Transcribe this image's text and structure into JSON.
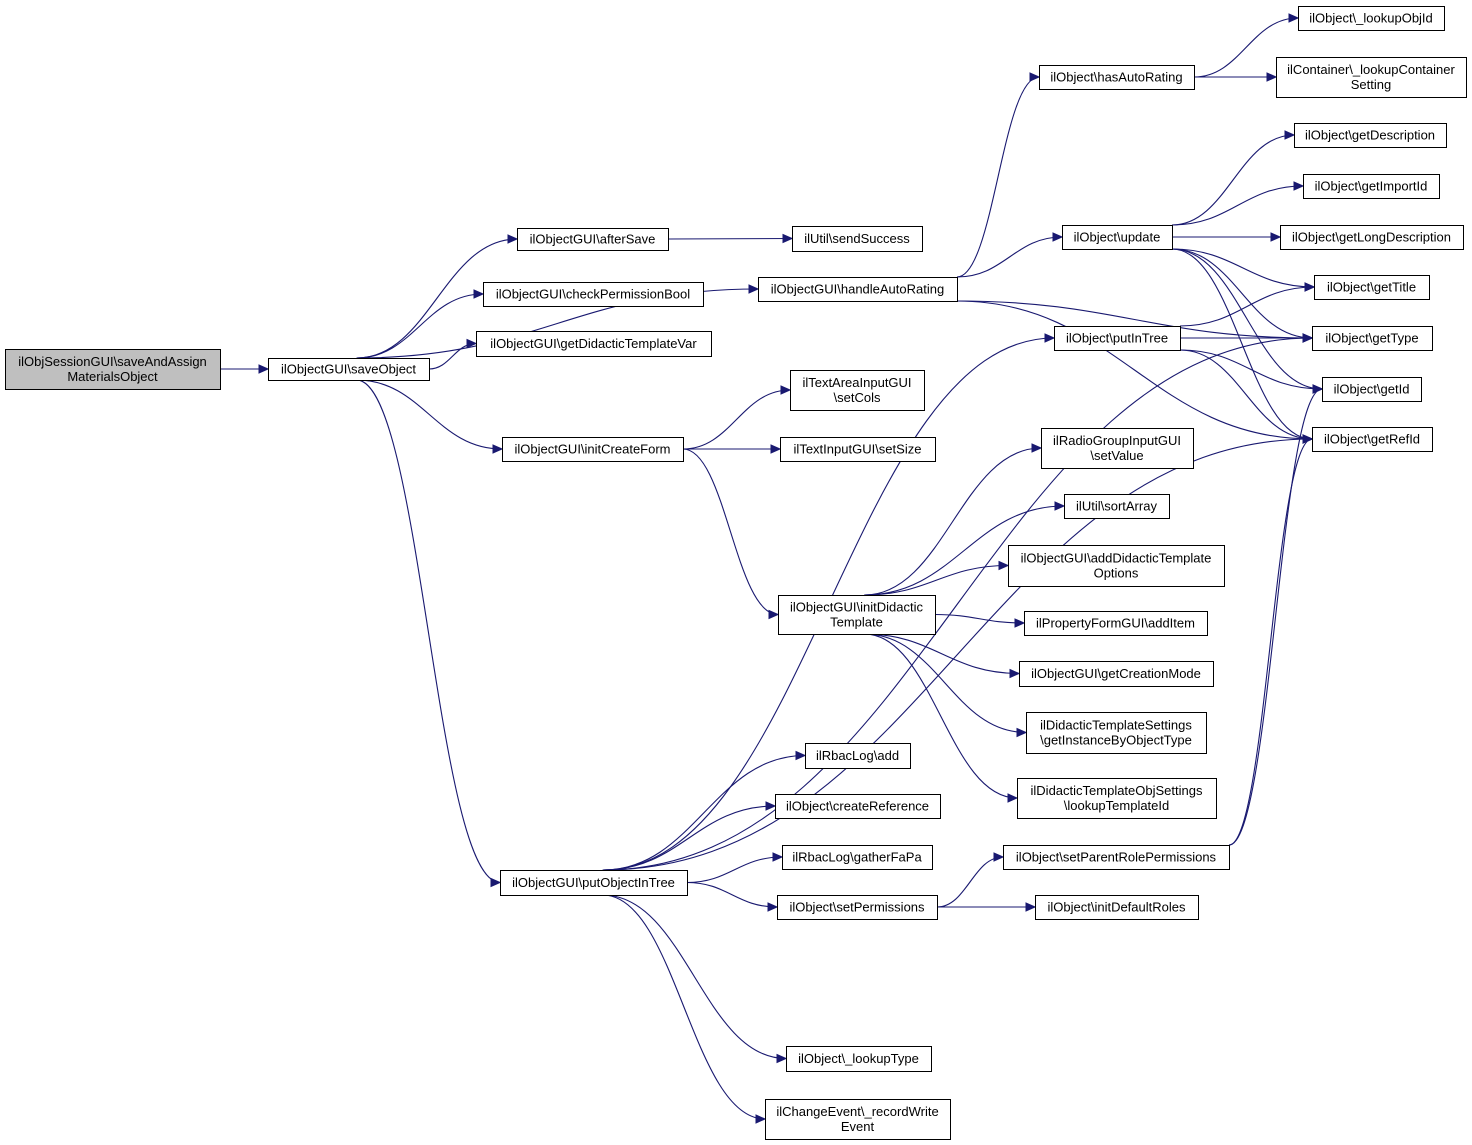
{
  "diagram": {
    "nodes": [
      {
        "id": "root",
        "lines": [
          "ilObjSessionGUI\\saveAndAssign",
          "MaterialsObject"
        ],
        "root": true
      },
      {
        "id": "saveObject",
        "lines": [
          "ilObjectGUI\\saveObject"
        ]
      },
      {
        "id": "afterSave",
        "lines": [
          "ilObjectGUI\\afterSave"
        ]
      },
      {
        "id": "checkPermissionBool",
        "lines": [
          "ilObjectGUI\\checkPermissionBool"
        ]
      },
      {
        "id": "getDidacticTemplateVar",
        "lines": [
          "ilObjectGUI\\getDidacticTemplateVar"
        ]
      },
      {
        "id": "initCreateForm",
        "lines": [
          "ilObjectGUI\\initCreateForm"
        ]
      },
      {
        "id": "putObjectInTree",
        "lines": [
          "ilObjectGUI\\putObjectInTree"
        ]
      },
      {
        "id": "sendSuccess",
        "lines": [
          "ilUtil\\sendSuccess"
        ]
      },
      {
        "id": "handleAutoRating",
        "lines": [
          "ilObjectGUI\\handleAutoRating"
        ]
      },
      {
        "id": "setCols",
        "lines": [
          "ilTextAreaInputGUI",
          "\\setCols"
        ]
      },
      {
        "id": "setSize",
        "lines": [
          "ilTextInputGUI\\setSize"
        ]
      },
      {
        "id": "initDidacticTemplate",
        "lines": [
          "ilObjectGUI\\initDidactic",
          "Template"
        ]
      },
      {
        "id": "rbacAdd",
        "lines": [
          "ilRbacLog\\add"
        ]
      },
      {
        "id": "createReference",
        "lines": [
          "ilObject\\createReference"
        ]
      },
      {
        "id": "gatherFaPa",
        "lines": [
          "ilRbacLog\\gatherFaPa"
        ]
      },
      {
        "id": "setPermissions",
        "lines": [
          "ilObject\\setPermissions"
        ]
      },
      {
        "id": "lookupType",
        "lines": [
          "ilObject\\_lookupType"
        ]
      },
      {
        "id": "recordWriteEvent",
        "lines": [
          "ilChangeEvent\\_recordWrite",
          "Event"
        ]
      },
      {
        "id": "hasAutoRating",
        "lines": [
          "ilObject\\hasAutoRating"
        ]
      },
      {
        "id": "update",
        "lines": [
          "ilObject\\update"
        ]
      },
      {
        "id": "putInTree",
        "lines": [
          "ilObject\\putInTree"
        ]
      },
      {
        "id": "setValue",
        "lines": [
          "ilRadioGroupInputGUI",
          "\\setValue"
        ]
      },
      {
        "id": "sortArray",
        "lines": [
          "ilUtil\\sortArray"
        ]
      },
      {
        "id": "addDidacticTemplateOptions",
        "lines": [
          "ilObjectGUI\\addDidacticTemplate",
          "Options"
        ]
      },
      {
        "id": "addItem",
        "lines": [
          "ilPropertyFormGUI\\addItem"
        ]
      },
      {
        "id": "getCreationMode",
        "lines": [
          "ilObjectGUI\\getCreationMode"
        ]
      },
      {
        "id": "getInstanceByObjectType",
        "lines": [
          "ilDidacticTemplateSettings",
          "\\getInstanceByObjectType"
        ]
      },
      {
        "id": "lookupTemplateId",
        "lines": [
          "ilDidacticTemplateObjSettings",
          "\\lookupTemplateId"
        ]
      },
      {
        "id": "setParentRolePermissions",
        "lines": [
          "ilObject\\setParentRolePermissions"
        ]
      },
      {
        "id": "initDefaultRoles",
        "lines": [
          "ilObject\\initDefaultRoles"
        ]
      },
      {
        "id": "lookupObjId",
        "lines": [
          "ilObject\\_lookupObjId"
        ]
      },
      {
        "id": "lookupContainerSetting",
        "lines": [
          "ilContainer\\_lookupContainer",
          "Setting"
        ]
      },
      {
        "id": "getDescription",
        "lines": [
          "ilObject\\getDescription"
        ]
      },
      {
        "id": "getImportId",
        "lines": [
          "ilObject\\getImportId"
        ]
      },
      {
        "id": "getLongDescription",
        "lines": [
          "ilObject\\getLongDescription"
        ]
      },
      {
        "id": "getTitle",
        "lines": [
          "ilObject\\getTitle"
        ]
      },
      {
        "id": "getType",
        "lines": [
          "ilObject\\getType"
        ]
      },
      {
        "id": "getId",
        "lines": [
          "ilObject\\getId"
        ]
      },
      {
        "id": "getRefId",
        "lines": [
          "ilObject\\getRefId"
        ]
      }
    ],
    "edges": [
      [
        "root",
        "saveObject"
      ],
      [
        "saveObject",
        "afterSave"
      ],
      [
        "saveObject",
        "checkPermissionBool"
      ],
      [
        "saveObject",
        "getDidacticTemplateVar"
      ],
      [
        "saveObject",
        "handleAutoRating"
      ],
      [
        "saveObject",
        "initCreateForm"
      ],
      [
        "saveObject",
        "putObjectInTree"
      ],
      [
        "afterSave",
        "sendSuccess"
      ],
      [
        "handleAutoRating",
        "hasAutoRating"
      ],
      [
        "handleAutoRating",
        "update"
      ],
      [
        "handleAutoRating",
        "getType"
      ],
      [
        "handleAutoRating",
        "getRefId"
      ],
      [
        "hasAutoRating",
        "lookupObjId"
      ],
      [
        "hasAutoRating",
        "lookupContainerSetting"
      ],
      [
        "update",
        "getDescription"
      ],
      [
        "update",
        "getImportId"
      ],
      [
        "update",
        "getLongDescription"
      ],
      [
        "update",
        "getTitle"
      ],
      [
        "update",
        "getType"
      ],
      [
        "update",
        "getId"
      ],
      [
        "update",
        "getRefId"
      ],
      [
        "initCreateForm",
        "setCols"
      ],
      [
        "initCreateForm",
        "setSize"
      ],
      [
        "initCreateForm",
        "initDidacticTemplate"
      ],
      [
        "initDidacticTemplate",
        "setValue"
      ],
      [
        "initDidacticTemplate",
        "sortArray"
      ],
      [
        "initDidacticTemplate",
        "addDidacticTemplateOptions"
      ],
      [
        "initDidacticTemplate",
        "addItem"
      ],
      [
        "initDidacticTemplate",
        "getCreationMode"
      ],
      [
        "initDidacticTemplate",
        "getInstanceByObjectType"
      ],
      [
        "initDidacticTemplate",
        "lookupTemplateId"
      ],
      [
        "putObjectInTree",
        "putInTree"
      ],
      [
        "putObjectInTree",
        "rbacAdd"
      ],
      [
        "putObjectInTree",
        "createReference"
      ],
      [
        "putObjectInTree",
        "gatherFaPa"
      ],
      [
        "putObjectInTree",
        "setPermissions"
      ],
      [
        "putObjectInTree",
        "getType"
      ],
      [
        "putObjectInTree",
        "getRefId"
      ],
      [
        "putObjectInTree",
        "lookupType"
      ],
      [
        "putObjectInTree",
        "recordWriteEvent"
      ],
      [
        "putInTree",
        "getTitle"
      ],
      [
        "putInTree",
        "getType"
      ],
      [
        "putInTree",
        "getId"
      ],
      [
        "putInTree",
        "getRefId"
      ],
      [
        "setPermissions",
        "setParentRolePermissions"
      ],
      [
        "setPermissions",
        "initDefaultRoles"
      ],
      [
        "setParentRolePermissions",
        "getId"
      ],
      [
        "setParentRolePermissions",
        "getRefId"
      ]
    ]
  }
}
